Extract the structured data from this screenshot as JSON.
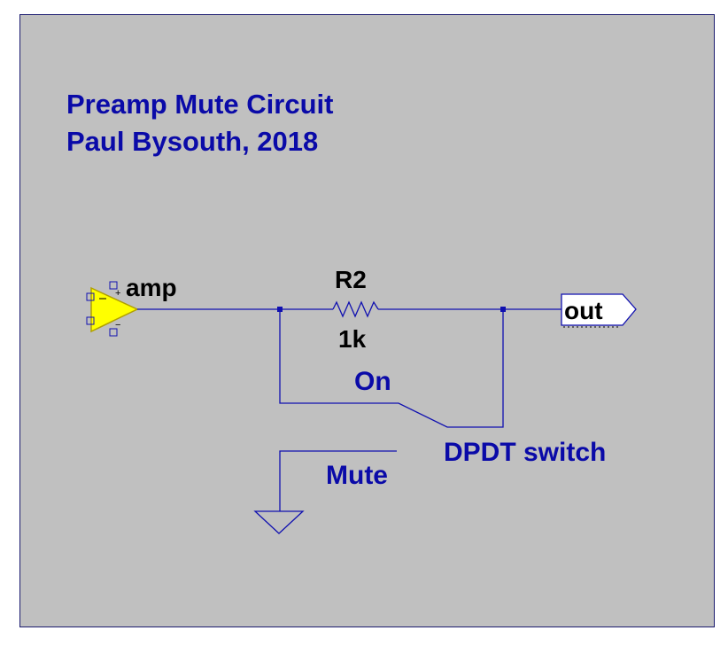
{
  "title": {
    "line1": "Preamp Mute Circuit",
    "line2": "Paul Bysouth,  2018"
  },
  "components": {
    "opamp": {
      "label": "amp",
      "plus_sign": "+",
      "minus_sign": "−"
    },
    "resistor": {
      "ref": "R2",
      "value": "1k"
    },
    "output_port": {
      "label": "out"
    },
    "switch": {
      "name": "DPDT switch",
      "on_label": "On",
      "mute_label": "Mute"
    }
  },
  "colors": {
    "background": "#c0c0c0",
    "wire": "#1010b0",
    "label_blue": "#0a0aa8",
    "opamp_fill": "#ffff00",
    "opamp_stroke": "#b0a000"
  }
}
